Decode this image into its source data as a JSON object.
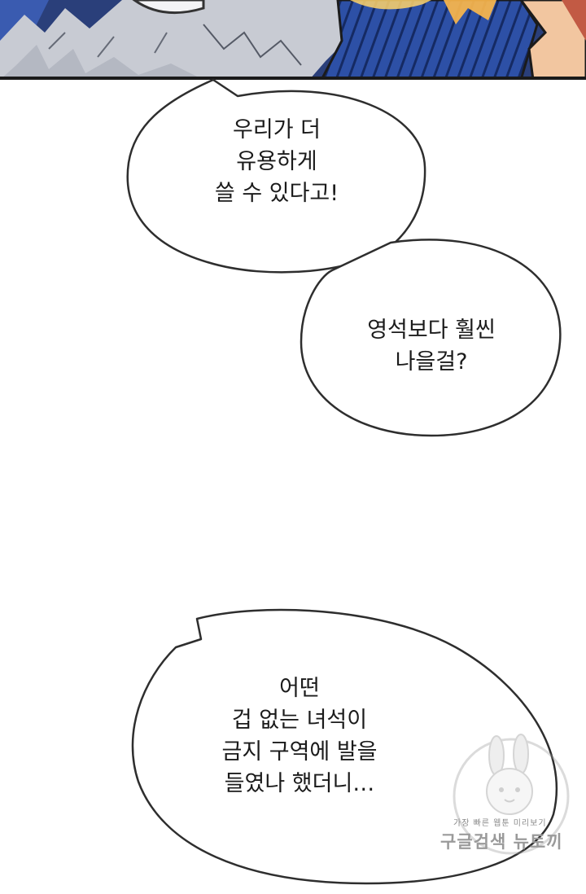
{
  "bubbles": [
    {
      "lines": [
        "우리가 더",
        "유용하게",
        "쓸 수 있다고!"
      ]
    },
    {
      "lines": [
        "영석보다 훨씬",
        "나을걸?"
      ]
    },
    {
      "lines": [
        "어떤",
        "겁 없는 녀석이",
        "금지 구역에 발을",
        "들였나 했더니…"
      ]
    }
  ],
  "watermark": {
    "small": "가장 빠른 웹툰 미리보기",
    "big": "구글검색 뉴토끼"
  },
  "colors": {
    "panel_blue": "#2b4d9c",
    "panel_dark": "#16285c",
    "fur": "#c9ccd3",
    "outline": "#333333"
  }
}
